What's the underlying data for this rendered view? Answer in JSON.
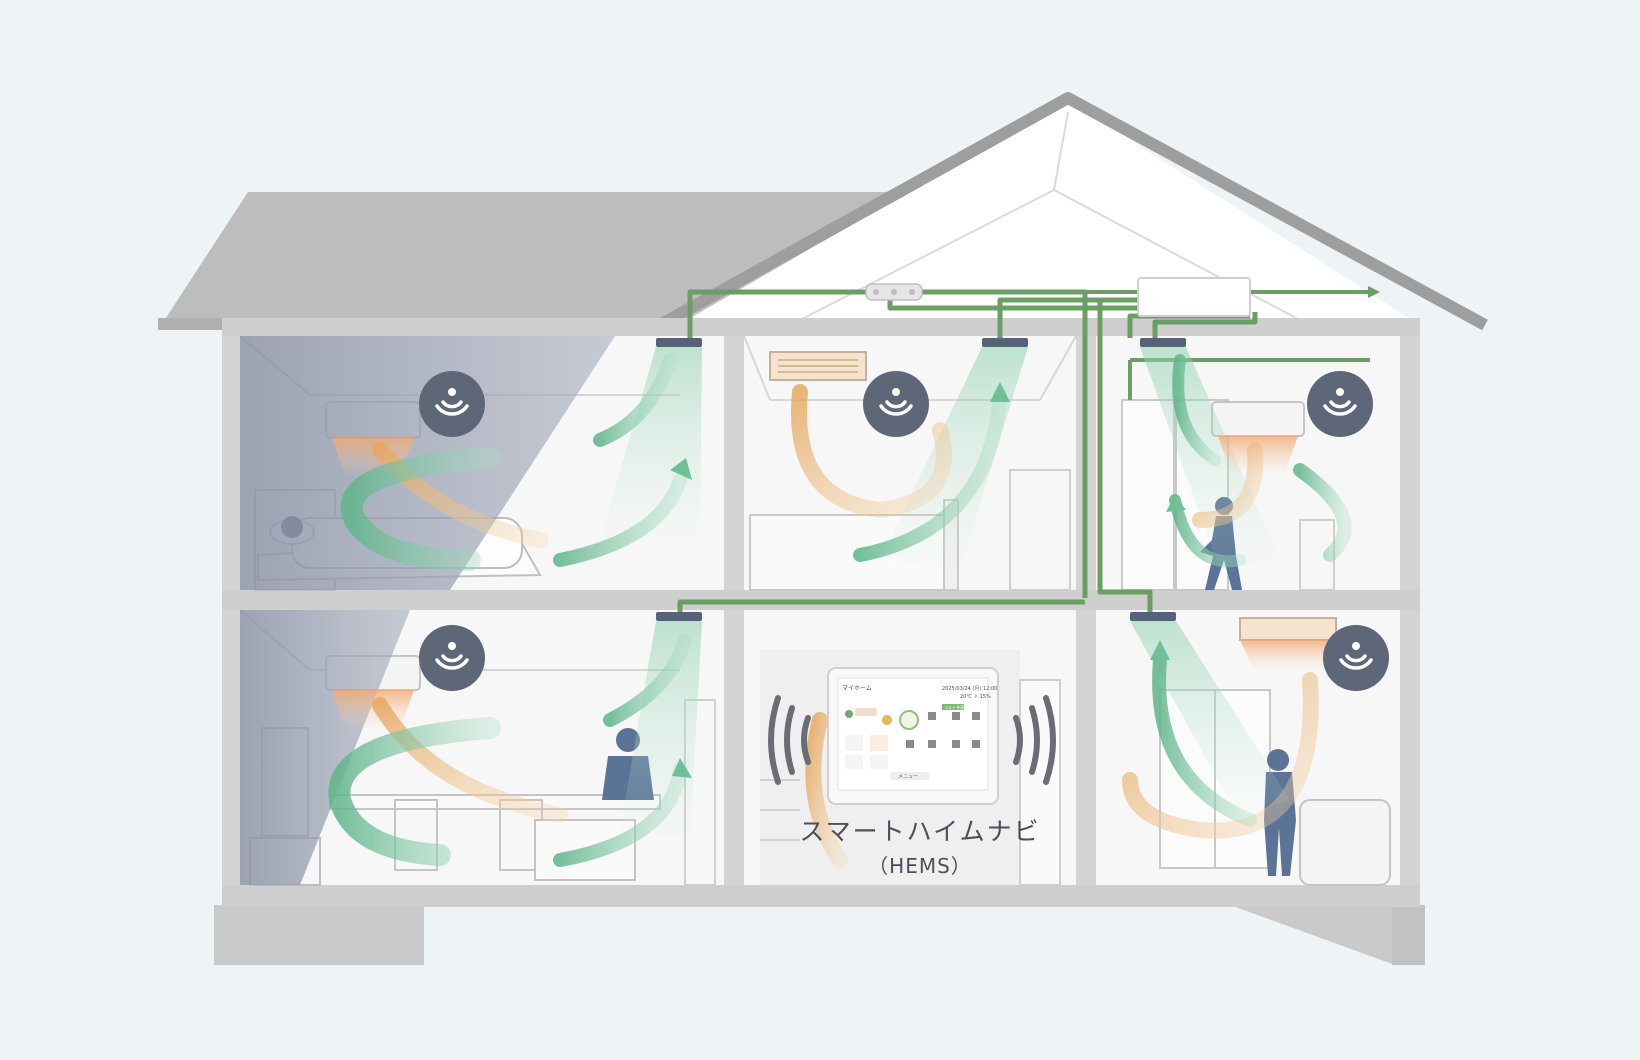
{
  "hems": {
    "label": "スマートハイムナビ",
    "sublabel": "（HEMS）",
    "screen": {
      "title": "マイホーム",
      "datetime": "2025/03/24 (月) 12:00",
      "weather": "20℃ ☼ 15%",
      "badge": "コスト予測",
      "menu": "メニュー"
    }
  },
  "legend_colors": {
    "fresh_air": "#7fc59e",
    "warm_air": "#e8b57a",
    "duct": "#6b9e64",
    "sensor_icon_bg": "#5d6778"
  },
  "icons": [
    "wifi-sensor-icon",
    "tablet-panel-icon",
    "sound-wave-icon",
    "person-icon",
    "air-conditioner-icon",
    "ceiling-vent-icon"
  ]
}
